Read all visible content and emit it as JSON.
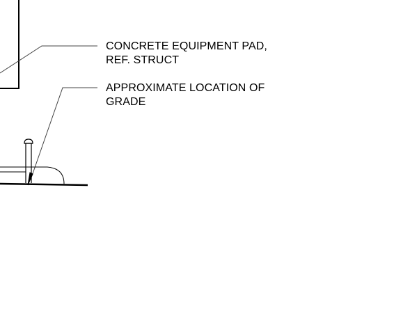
{
  "annotations": {
    "pad": {
      "line1": "CONCRETE EQUIPMENT PAD,",
      "line2": "REF. STRUCT"
    },
    "grade": {
      "line1": "APPROXIMATE LOCATION OF",
      "line2": "GRADE"
    }
  },
  "colors": {
    "line": "#000000",
    "leader": "#555555",
    "background": "#ffffff"
  }
}
